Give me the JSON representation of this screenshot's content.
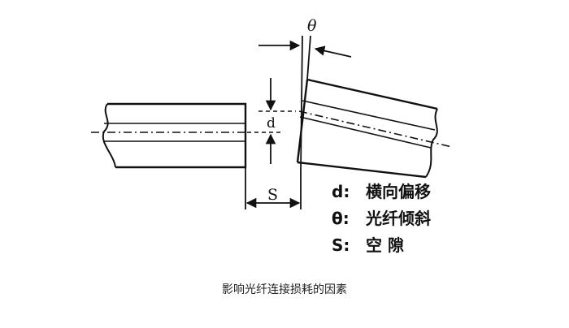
{
  "diagram": {
    "labels": {
      "theta": "θ",
      "d": "d",
      "s": "S"
    },
    "legend": [
      {
        "key": "d:",
        "text": "横向偏移"
      },
      {
        "key": "θ:",
        "text": "光纤倾斜"
      },
      {
        "key": "S:",
        "text": "空 隙"
      }
    ]
  },
  "caption": "影响光纤连接损耗的因素"
}
